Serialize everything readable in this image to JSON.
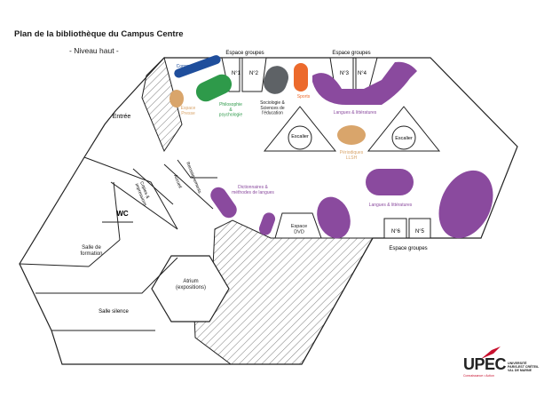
{
  "header": {
    "title": "Plan de la bibliothèque du Campus Centre",
    "subtitle": "- Niveau haut -"
  },
  "rooms": {
    "entree": "Entrée",
    "wc": "WC",
    "salle_formation": "Salle de\nformation",
    "salle_silence": "Salle silence",
    "atrium": "Atrium\n(expositions)",
    "renseignements": "Renseignements",
    "accueil": "Accueil",
    "copies_impressions": "Copies &\nimpressions",
    "espace_dvd": "Espace\nDVD",
    "escalier_left": "Escalier",
    "escalier_right": "Escalier"
  },
  "group_spaces": {
    "header_left": "Espace groupes",
    "header_mid": "Espace groupes",
    "header_bottom": "Espace groupes",
    "n1": "N°1",
    "n2": "N°2",
    "n3": "N°3",
    "n4": "N°4",
    "n5": "N°5",
    "n6": "N°6"
  },
  "collections": {
    "communication": {
      "label": "Communication",
      "color": "#1f4e9c"
    },
    "philosophie": {
      "label": "Philosophie\n&\npsychologie",
      "color": "#2e9a4a"
    },
    "espace_presse": {
      "label": "Espace\nPresse",
      "color": "#d9a56b"
    },
    "sociologie": {
      "label": "Sociologie &\nSciences de\nl'éducation",
      "color": "#5e6266"
    },
    "sports": {
      "label": "Sports",
      "color": "#ec6a2c"
    },
    "langues_top": {
      "label": "Langues & littératures",
      "color": "#8a4a9e"
    },
    "periodiques": {
      "label": "Périodiques\nLLSH",
      "color": "#d9a56b"
    },
    "dictionnaires": {
      "label": "Dictionnaires &\nméthodes de langues",
      "color": "#8a4a9e"
    },
    "langues_right": {
      "label": "Langues & littératures",
      "color": "#8a4a9e"
    }
  },
  "logo": {
    "name": "UPEC",
    "side": "UNIVERSITÉ\nPARIS-EST CRÉTEIL\nVAL DE MARNE",
    "tagline": "Connaissance • Action",
    "color": "#c8102e"
  }
}
